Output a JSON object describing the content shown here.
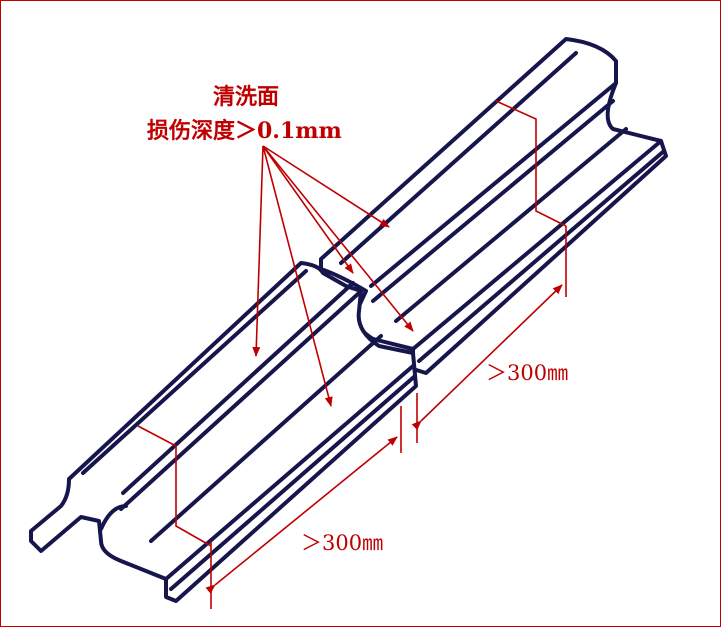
{
  "annotation": {
    "line1": "清洗面",
    "line2": "损伤深度＞0.1mm"
  },
  "dimensions": {
    "left": "＞300㎜",
    "right": "＞300㎜"
  },
  "colors": {
    "annotation": "#c00000",
    "rail": "#16164d"
  }
}
